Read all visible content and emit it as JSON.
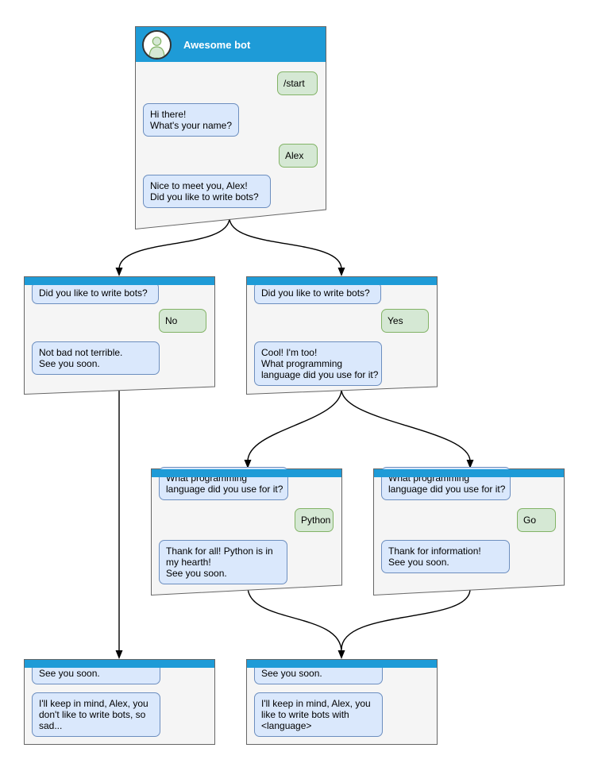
{
  "colors": {
    "header-blue": "#1e9bd7",
    "window-bg": "#f5f5f5",
    "window-border": "#666666",
    "bot-bg": "#dae8fc",
    "bot-border": "#6c8ebf",
    "user-bg": "#d5e8d4",
    "user-border": "#82b366",
    "arrow-color": "#000000",
    "title-color": "#ffffff"
  },
  "root": {
    "title": "Awesome bot",
    "avatar": "person-icon",
    "messages": [
      {
        "from": "user",
        "text": "/start"
      },
      {
        "from": "bot",
        "text": "Hi there!\nWhat's your name?"
      },
      {
        "from": "user",
        "text": "Alex"
      },
      {
        "from": "bot",
        "text": "Nice to meet you, Alex!\nDid you like to write bots?"
      }
    ]
  },
  "branch_no": {
    "messages": [
      {
        "from": "bot",
        "text": "Did you like to write bots?"
      },
      {
        "from": "user",
        "text": "No"
      },
      {
        "from": "bot",
        "text": "Not bad not terrible.\nSee you soon."
      }
    ]
  },
  "branch_yes": {
    "messages": [
      {
        "from": "bot",
        "text": "Did you like to write bots?"
      },
      {
        "from": "user",
        "text": "Yes"
      },
      {
        "from": "bot",
        "text": "Cool! I'm too!\nWhat programming\nlanguage did you use for it?"
      }
    ]
  },
  "branch_python": {
    "messages": [
      {
        "from": "bot",
        "text": "What programming\nlanguage did you use for it?"
      },
      {
        "from": "user",
        "text": "Python"
      },
      {
        "from": "bot",
        "text": "Thank for all! Python is in\nmy hearth!\nSee you soon."
      }
    ]
  },
  "branch_go": {
    "messages": [
      {
        "from": "bot",
        "text": "What programming\nlanguage did you use for it?"
      },
      {
        "from": "user",
        "text": "Go"
      },
      {
        "from": "bot",
        "text": "Thank for information!\nSee you soon."
      }
    ]
  },
  "end_no": {
    "messages": [
      {
        "from": "bot",
        "text": "See you soon."
      },
      {
        "from": "bot",
        "text": "I'll keep in mind, Alex, you\ndon't like to write bots, so\nsad..."
      }
    ]
  },
  "end_language": {
    "messages": [
      {
        "from": "bot",
        "text": "See you soon."
      },
      {
        "from": "bot",
        "text": "I'll keep in mind, Alex, you\nlike to write bots with\n<language>"
      }
    ]
  }
}
